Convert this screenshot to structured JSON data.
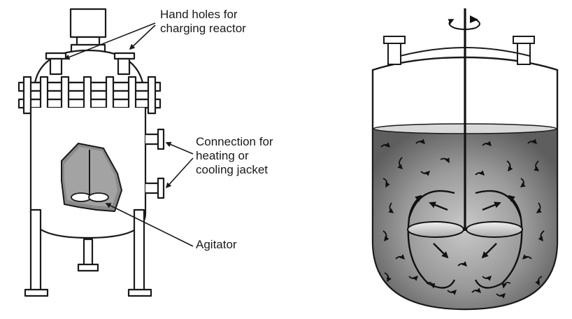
{
  "labels": {
    "hand_holes": [
      "Hand holes for",
      "charging reactor"
    ],
    "connection": [
      "Connection for",
      "heating or",
      "cooling jacket"
    ],
    "agitator": [
      "Agitator"
    ]
  },
  "colors": {
    "line": "#1a1a1a",
    "liquid": "#8c8c8c",
    "background": "#ffffff"
  }
}
